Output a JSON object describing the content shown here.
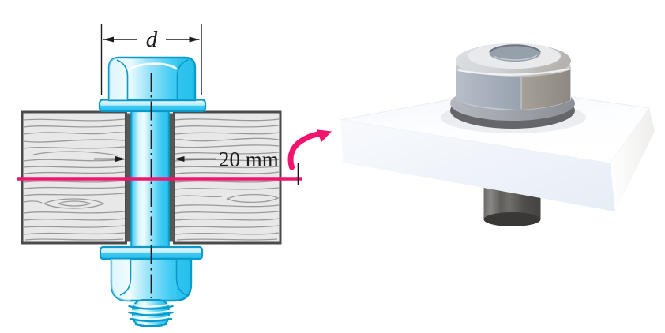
{
  "figure": {
    "type": "engineering-textbook-figure",
    "description": "Bolted wood cross-section with section cut arrow pointing to 3D photo of nut and washer on plate",
    "left_diagram": {
      "dimension_head_label": "d",
      "shaft_dimension_label": "20 mm"
    },
    "colors": {
      "section_pink": "#f2146d",
      "bolt_cyan": "#2cc4f0",
      "bolt_cyan_dark": "#0a99c8",
      "bolt_highlight": "#eafbff",
      "wood_fill": "#e8e8e8",
      "wood_grain": "#9a9a9a",
      "wood_border": "#4b4b4b",
      "hole_wall": "#575757",
      "ink": "#1c1c1c",
      "nut_face_left_3d": "#a5aebb",
      "nut_face_right_3d": "#99948c",
      "washer_gray_3d": "#74767a",
      "shank_gray_3d": "#5c5a57",
      "plate_white_3d": "#f7f9fc"
    }
  }
}
